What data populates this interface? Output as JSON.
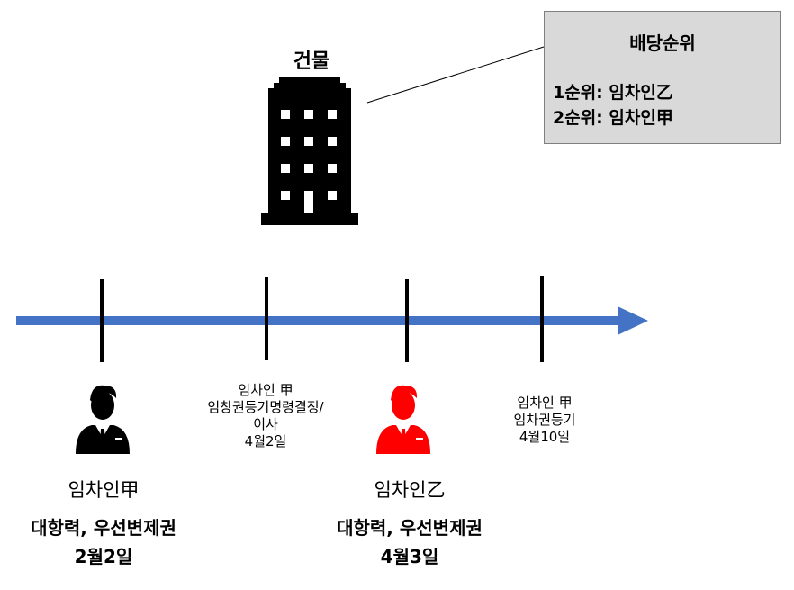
{
  "building": {
    "label": "건물",
    "icon": "building-icon"
  },
  "callout": {
    "title": "배당순위",
    "lines": [
      "1순위: 임차인乙",
      "2순위: 임차인甲"
    ],
    "background": "#d9d9d9"
  },
  "timeline": {
    "color": "#4472c4",
    "events": [
      {
        "person_name": "임차인甲",
        "right": "대항력, 우선변제권",
        "date": "2월2일",
        "person_color": "#000000"
      },
      {
        "lines": [
          "임차인 甲",
          "임창권등기명령결정/",
          "이사",
          "4월2일"
        ]
      },
      {
        "person_name": "임차인乙",
        "right": "대항력, 우선변제권",
        "date": "4월3일",
        "person_color": "#ff0000"
      },
      {
        "lines": [
          "임차인 甲",
          "임차권등기",
          "4월10일"
        ]
      }
    ]
  }
}
